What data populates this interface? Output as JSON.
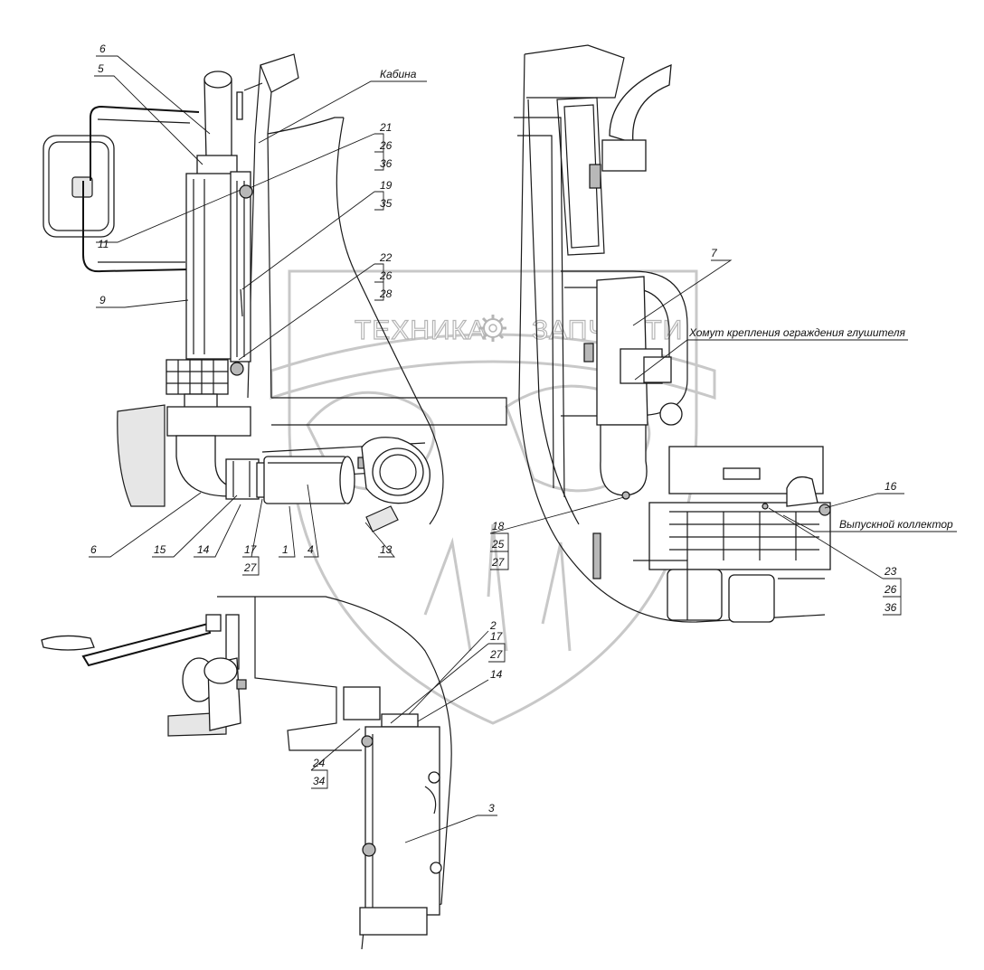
{
  "watermark": {
    "word_left": "ТЕХНИКА",
    "word_right": "ЗАПЧАСТИ",
    "color": "#b5b5b5",
    "icon": "gear-icon"
  },
  "captions": {
    "cabin": "Кабина",
    "muffler_guard_clamp": "Хомут крепления ограждения глушителя",
    "exhaust_manifold": "Выпускной коллектор"
  },
  "callouts": {
    "c6a": [
      "6"
    ],
    "c5": [
      "5"
    ],
    "c11": [
      "11"
    ],
    "c9": [
      "9"
    ],
    "c6b": [
      "6"
    ],
    "c15": [
      "15"
    ],
    "c14a": [
      "14"
    ],
    "c17a": [
      "17",
      "27"
    ],
    "c1": [
      "1"
    ],
    "c4": [
      "4"
    ],
    "c13": [
      "13"
    ],
    "c21": [
      "21",
      "26",
      "36"
    ],
    "c19": [
      "19",
      "35"
    ],
    "c22": [
      "22",
      "26",
      "28"
    ],
    "c7": [
      "7"
    ],
    "c16": [
      "16"
    ],
    "c18": [
      "18",
      "25",
      "27"
    ],
    "c23": [
      "23",
      "26",
      "36"
    ],
    "c2": [
      "2"
    ],
    "c17b": [
      "17",
      "27"
    ],
    "c14b": [
      "14"
    ],
    "c24": [
      "24",
      "34"
    ],
    "c3": [
      "3"
    ]
  }
}
